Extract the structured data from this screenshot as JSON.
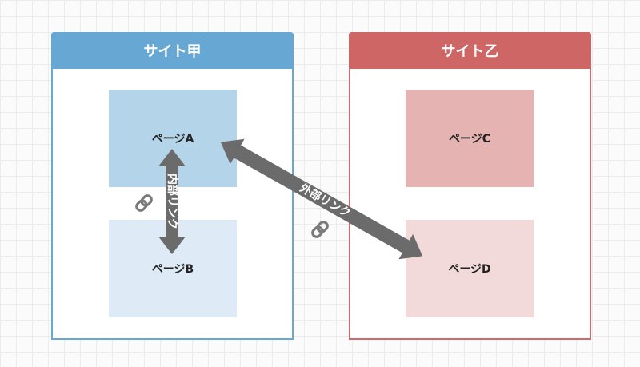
{
  "sites": [
    {
      "title": "サイト甲"
    },
    {
      "title": "サイト乙"
    }
  ],
  "pages": {
    "a": "ページA",
    "b": "ページB",
    "c": "ページC",
    "d": "ページD"
  },
  "links": {
    "internal": "内部リンク",
    "external": "外部リンク"
  },
  "colors": {
    "site_a": "#66a7d3",
    "site_b": "#cf6666",
    "arrow": "#6b6b6b"
  },
  "icons": [
    "link-icon",
    "link-icon"
  ]
}
